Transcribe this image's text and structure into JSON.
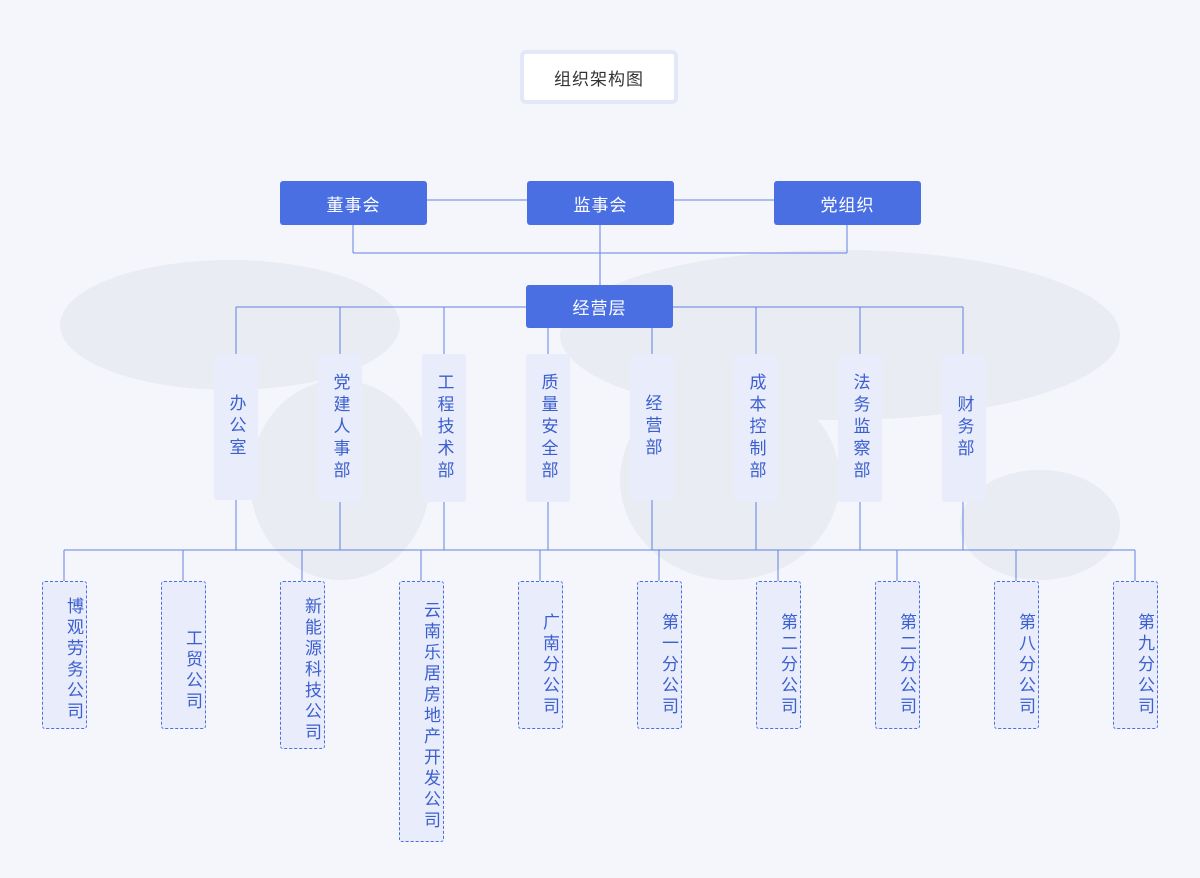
{
  "title": "组织架构图",
  "top_bodies": [
    "董事会",
    "监事会",
    "党组织"
  ],
  "management": "经营层",
  "departments": [
    "办公室",
    "党建人事部",
    "工程技术部",
    "质量安全部",
    "经营部",
    "成本控制部",
    "法务监察部",
    "财务部"
  ],
  "subsidiaries": [
    "博观劳务公司",
    "工贸公司",
    "新能源科技公司",
    "云南乐居房地产开发公司",
    "广南分公司",
    "第一分公司",
    "第二分公司",
    "第二分公司",
    "第八分公司",
    "第九分公司"
  ],
  "colors": {
    "primary": "#4a6fe3",
    "light_box": "#e8ecfb",
    "line": "#4a6fe3",
    "background": "#f4f6fb"
  }
}
